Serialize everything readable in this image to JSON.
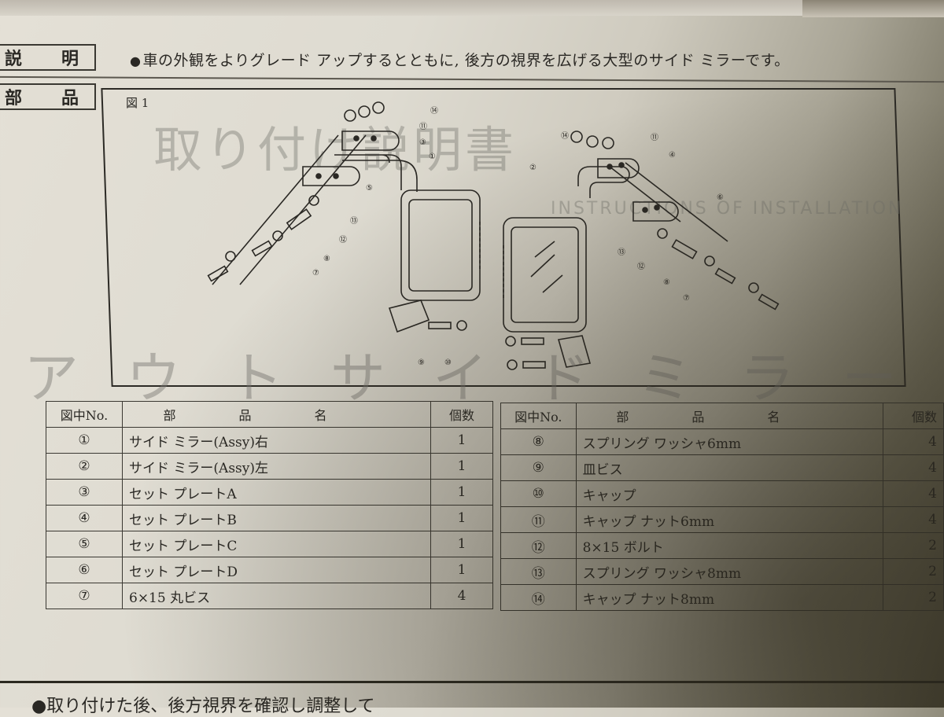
{
  "document": {
    "description_section": {
      "label": "説　　明",
      "bullet": "●",
      "text": "車の外観をよりグレード アップするとともに, 後方の視界を広げる大型のサイド ミラーです。"
    },
    "parts_section": {
      "label": "部　　品"
    },
    "figure": {
      "label": "図 1",
      "watermark_title": "取り付け説明書",
      "watermark_subtitle": "INSTRUCTIONS OF INSTALLATION",
      "watermark_bottom": "アウトサイドミラー",
      "callouts_left": [
        "⑭",
        "⑪",
        "③",
        "①",
        "⑤",
        "⑬",
        "⑫",
        "⑧",
        "⑦",
        "⑨",
        "⑩"
      ],
      "callouts_right": [
        "⑭",
        "⑪",
        "②",
        "④",
        "⑥",
        "⑬",
        "⑫",
        "⑧",
        "⑦"
      ]
    },
    "parts_table": {
      "headers": {
        "no": "図中No.",
        "name": "部品名",
        "qty": "個数"
      },
      "left_rows": [
        {
          "no": "①",
          "name": "サイド ミラー(Assy)右",
          "qty": "1"
        },
        {
          "no": "②",
          "name": "サイド ミラー(Assy)左",
          "qty": "1"
        },
        {
          "no": "③",
          "name": "セット プレートA",
          "qty": "1"
        },
        {
          "no": "④",
          "name": "セット プレートB",
          "qty": "1"
        },
        {
          "no": "⑤",
          "name": "セット プレートC",
          "qty": "1"
        },
        {
          "no": "⑥",
          "name": "セット プレートD",
          "qty": "1"
        },
        {
          "no": "⑦",
          "name": "6×15 丸ビス",
          "qty": "4"
        }
      ],
      "right_rows": [
        {
          "no": "⑧",
          "name": "スプリング ワッシャ6mm",
          "qty": "4"
        },
        {
          "no": "⑨",
          "name": "皿ビス",
          "qty": "4"
        },
        {
          "no": "⑩",
          "name": "キャップ",
          "qty": "4"
        },
        {
          "no": "⑪",
          "name": "キャップ ナット6mm",
          "qty": "4"
        },
        {
          "no": "⑫",
          "name": "8×15 ボルト",
          "qty": "2"
        },
        {
          "no": "⑬",
          "name": "スプリング ワッシャ8mm",
          "qty": "2"
        },
        {
          "no": "⑭",
          "name": "キャップ ナット8mm",
          "qty": "2"
        }
      ]
    },
    "footer_text": "●取り付けた後、後方視界を確認し調整して"
  }
}
